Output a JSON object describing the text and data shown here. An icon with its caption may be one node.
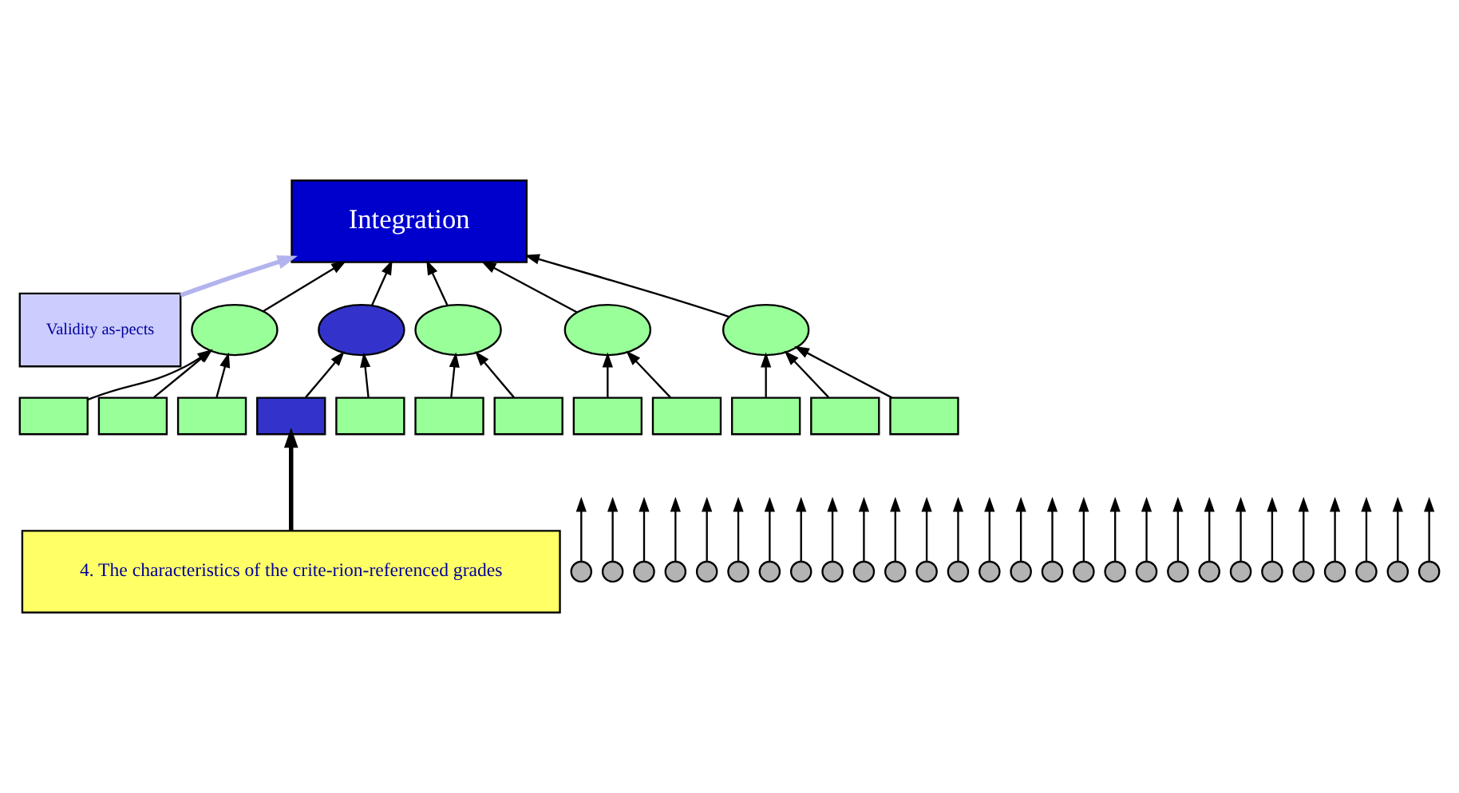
{
  "diagram": {
    "nodes": [
      {
        "text": [
          "Integration"
        ]
      },
      {
        "text": [
          "Validity as-pects"
        ]
      },
      {
        "text": [],
        "shape": "ellipse"
      },
      {
        "text": [],
        "shape": "ellipse"
      },
      {
        "text": [],
        "shape": "ellipse"
      },
      {
        "text": [],
        "shape": "ellipse"
      },
      {
        "text": [],
        "shape": "ellipse"
      },
      {
        "text": [],
        "shape": "box"
      },
      {
        "text": [],
        "shape": "box"
      },
      {
        "text": [],
        "shape": "box"
      },
      {
        "text": [],
        "shape": "box"
      },
      {
        "text": [],
        "shape": "box"
      },
      {
        "text": [],
        "shape": "box"
      },
      {
        "text": [],
        "shape": "box"
      },
      {
        "text": [],
        "shape": "box"
      },
      {
        "text": [],
        "shape": "box"
      },
      {
        "text": [],
        "shape": "box"
      },
      {
        "text": [],
        "shape": "box"
      },
      {
        "text": [],
        "shape": "box"
      },
      {
        "text": [],
        "shape": "circle"
      },
      {
        "text": [],
        "shape": "circle"
      },
      {
        "text": [],
        "shape": "circle"
      },
      {
        "text": [],
        "shape": "circle"
      },
      {
        "text": [],
        "shape": "circle"
      },
      {
        "text": [],
        "shape": "circle"
      },
      {
        "text": [],
        "shape": "circle"
      },
      {
        "text": [],
        "shape": "circle"
      },
      {
        "text": [],
        "shape": "circle"
      },
      {
        "text": [],
        "shape": "circle"
      },
      {
        "text": [],
        "shape": "circle"
      },
      {
        "text": [],
        "shape": "circle"
      },
      {
        "text": [],
        "shape": "circle"
      },
      {
        "text": [],
        "shape": "circle"
      },
      {
        "text": [],
        "shape": "circle"
      },
      {
        "text": [],
        "shape": "circle"
      },
      {
        "text": [],
        "shape": "circle"
      },
      {
        "text": [],
        "shape": "circle"
      },
      {
        "text": [],
        "shape": "circle"
      },
      {
        "text": [],
        "shape": "circle"
      },
      {
        "text": [],
        "shape": "circle"
      },
      {
        "text": [],
        "shape": "circle"
      },
      {
        "text": [],
        "shape": "circle"
      },
      {
        "text": [],
        "shape": "circle"
      },
      {
        "text": [],
        "shape": "circle"
      },
      {
        "text": [],
        "shape": "circle"
      },
      {
        "text": [],
        "shape": "circle"
      },
      {
        "text": [],
        "shape": "circle"
      },
      {
        "text": [
          "4. The characteristics of the crite-rion-referenced grades"
        ]
      }
    ],
    "edges": [
      {
        "from": 1,
        "to": 0,
        "arrow": "to",
        "color": "#b3b3ee",
        "style": "thick"
      },
      {
        "from": 2,
        "to": 0,
        "arrow": "to"
      },
      {
        "from": 3,
        "to": 0,
        "arrow": "to"
      },
      {
        "from": 4,
        "to": 0,
        "arrow": "to"
      },
      {
        "from": 5,
        "to": 0,
        "arrow": "to"
      },
      {
        "from": 6,
        "to": 0,
        "arrow": "to"
      },
      {
        "from": 7,
        "to": 2,
        "arrow": "to"
      },
      {
        "from": 8,
        "to": 2,
        "arrow": "to"
      },
      {
        "from": 9,
        "to": 2,
        "arrow": "to"
      },
      {
        "from": 10,
        "to": 3,
        "arrow": "to"
      },
      {
        "from": 11,
        "to": 3,
        "arrow": "to"
      },
      {
        "from": 12,
        "to": 4,
        "arrow": "to"
      },
      {
        "from": 13,
        "to": 4,
        "arrow": "to"
      },
      {
        "from": 14,
        "to": 5,
        "arrow": "to"
      },
      {
        "from": 15,
        "to": 5,
        "arrow": "to"
      },
      {
        "from": 16,
        "to": 6,
        "arrow": "to"
      },
      {
        "from": 17,
        "to": 6,
        "arrow": "to"
      },
      {
        "from": 18,
        "to": 6,
        "arrow": "to"
      },
      {
        "from": 19,
        "to": null,
        "arrow": "to"
      },
      {
        "from": 20,
        "to": null,
        "arrow": "to"
      },
      {
        "from": 21,
        "to": null,
        "arrow": "to"
      },
      {
        "from": 22,
        "to": null,
        "arrow": "to"
      },
      {
        "from": 23,
        "to": null,
        "arrow": "to"
      },
      {
        "from": 24,
        "to": null,
        "arrow": "to"
      },
      {
        "from": 25,
        "to": null,
        "arrow": "to"
      },
      {
        "from": 26,
        "to": null,
        "arrow": "to"
      },
      {
        "from": 27,
        "to": null,
        "arrow": "to"
      },
      {
        "from": 28,
        "to": null,
        "arrow": "to"
      },
      {
        "from": 29,
        "to": null,
        "arrow": "to"
      },
      {
        "from": 30,
        "to": null,
        "arrow": "to"
      },
      {
        "from": 31,
        "to": null,
        "arrow": "to"
      },
      {
        "from": 32,
        "to": null,
        "arrow": "to"
      },
      {
        "from": 33,
        "to": null,
        "arrow": "to"
      },
      {
        "from": 34,
        "to": null,
        "arrow": "to"
      },
      {
        "from": 35,
        "to": null,
        "arrow": "to"
      },
      {
        "from": 36,
        "to": null,
        "arrow": "to"
      },
      {
        "from": 37,
        "to": null,
        "arrow": "to"
      },
      {
        "from": 38,
        "to": null,
        "arrow": "to"
      },
      {
        "from": 39,
        "to": null,
        "arrow": "to"
      },
      {
        "from": 40,
        "to": null,
        "arrow": "to"
      },
      {
        "from": 41,
        "to": null,
        "arrow": "to"
      },
      {
        "from": 42,
        "to": null,
        "arrow": "to"
      },
      {
        "from": 43,
        "to": null,
        "arrow": "to"
      },
      {
        "from": 44,
        "to": null,
        "arrow": "to"
      },
      {
        "from": 45,
        "to": null,
        "arrow": "to"
      },
      {
        "from": 46,
        "to": null,
        "arrow": "to"
      },
      {
        "from": 47,
        "to": 10,
        "arrow": "to",
        "style": "thick"
      }
    ]
  }
}
